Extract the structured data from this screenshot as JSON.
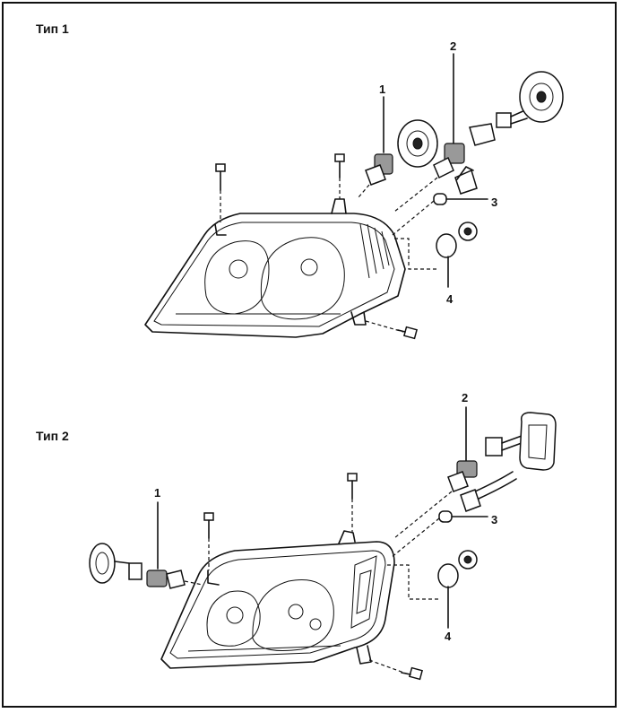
{
  "section1": {
    "title": "Тип 1",
    "callouts": [
      "1",
      "2",
      "3",
      "4"
    ]
  },
  "section2": {
    "title": "Тип 2",
    "callouts": [
      "1",
      "2",
      "3",
      "4"
    ]
  }
}
